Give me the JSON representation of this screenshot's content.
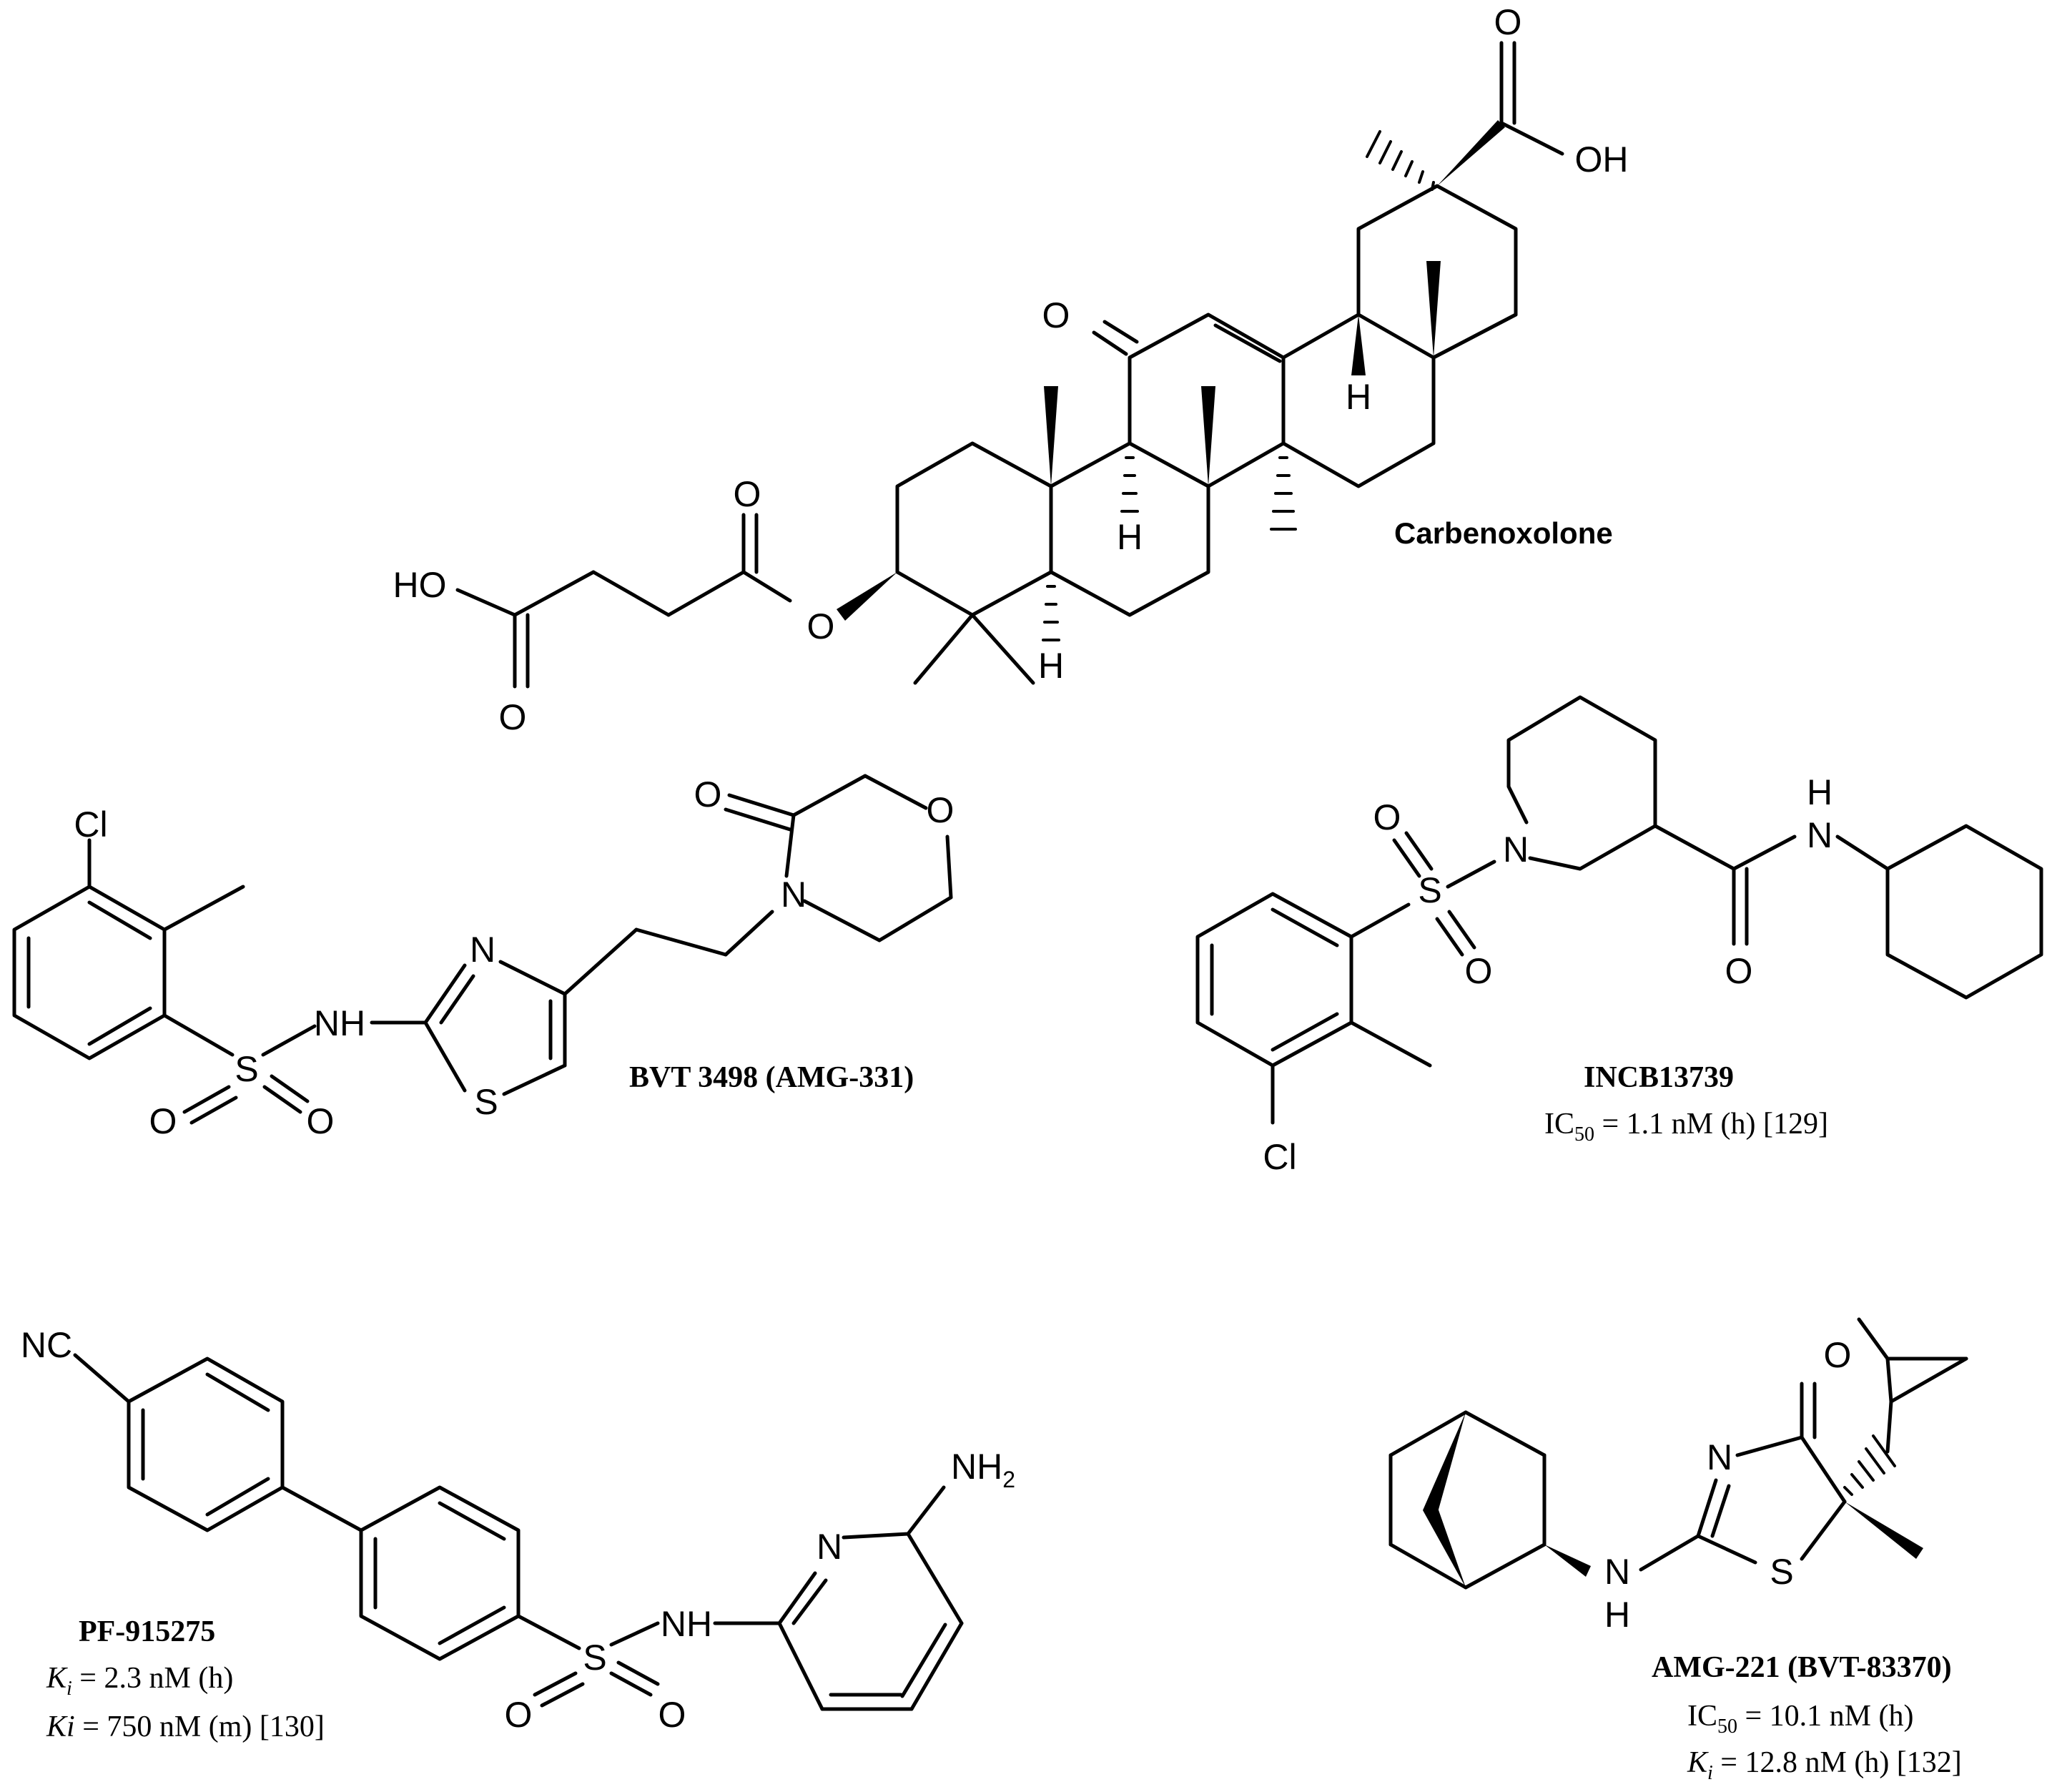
{
  "compounds": {
    "carbenoxolone": {
      "name": "Carbenoxolone",
      "atoms": {
        "o_ketone": "O",
        "o_acid": "O",
        "oh_acid": "OH",
        "h_13": "H",
        "h_9": "H",
        "h_5": "H",
        "o_ester": "O",
        "o_carbonyl": "O",
        "ho_tail": "HO",
        "o_tail": "O"
      }
    },
    "bvt3498": {
      "name": "BVT 3498 (AMG-331)",
      "atoms": {
        "cl": "Cl",
        "nh": "NH",
        "s": "S",
        "o1": "O",
        "o2": "O",
        "n_thz": "N",
        "s_thz": "S",
        "n_morph": "N",
        "o_morph_c": "O",
        "o_morph": "O"
      }
    },
    "incb13739": {
      "name": "INCB13739",
      "value_prefix": "IC",
      "value_sub": "50",
      "value_text": " = 1.1 nM (h)  [129]",
      "atoms": {
        "cl": "Cl",
        "s": "S",
        "o1": "O",
        "o2": "O",
        "n_pip": "N",
        "nh_h": "H",
        "nh_n": "N",
        "o_amide": "O"
      }
    },
    "pf915275": {
      "name": "PF-915275",
      "line1_k": "K",
      "line1_i": "i",
      "line1_text": " = 2.3 nM (h)",
      "line2_k": "Ki",
      "line2_text": " = 750 nM (m)  [130]",
      "atoms": {
        "nc": "NC",
        "s": "S",
        "o1": "O",
        "o2": "O",
        "nh": "NH",
        "n_pyr": "N",
        "nh2": "NH",
        "nh2_sub": "2"
      }
    },
    "amg221": {
      "name": "AMG-221 (BVT-83370)",
      "line1_prefix": "IC",
      "line1_sub": "50",
      "line1_text": " = 10.1 nM (h)",
      "line2_k": "K",
      "line2_i": "i",
      "line2_text": " = 12.8 nM (h) [132]",
      "atoms": {
        "n_ring": "N",
        "o_keto": "O",
        "s_ring": "S",
        "nh_n": "N",
        "nh_h": "H"
      }
    }
  }
}
